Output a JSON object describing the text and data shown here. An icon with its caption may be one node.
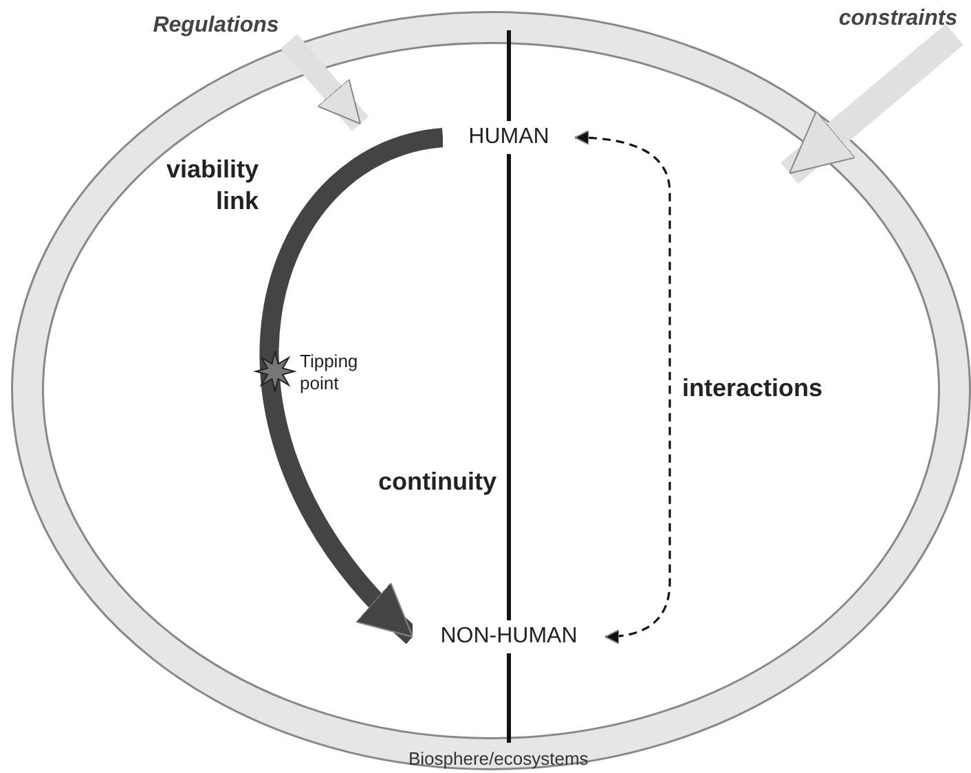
{
  "diagram": {
    "nodes": [
      {
        "text": [
          "Biosphere/ecosystems"
        ]
      },
      {
        "text": [
          "HUMAN"
        ],
        "in": 0
      },
      {
        "text": [
          "NON-HUMAN"
        ],
        "in": 0
      },
      {
        "text": [
          "Regulations"
        ]
      },
      {
        "text": [
          "constraints"
        ]
      }
    ],
    "edges": [
      {
        "from": 3,
        "to": 0,
        "arrow": "to"
      },
      {
        "from": 4,
        "to": 0,
        "arrow": "to"
      },
      {
        "from": 1,
        "to": 2,
        "arrow": "to",
        "color": "#444444"
      },
      {
        "from": 1,
        "to": 2,
        "arrow": "both",
        "style": "dashed",
        "label": "interactions",
        "color": "#111111"
      }
    ],
    "labels": [
      "viability link",
      "Tipping point",
      "continuity"
    ]
  }
}
